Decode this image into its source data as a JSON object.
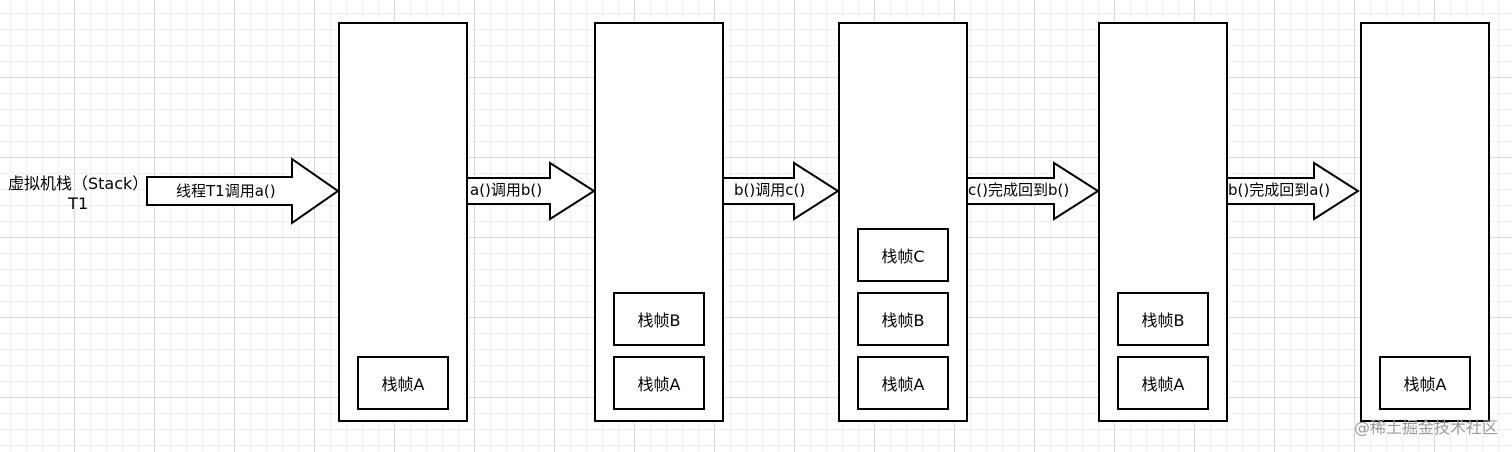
{
  "stack_title": {
    "line1": "虚拟机栈（Stack）",
    "line2": "T1"
  },
  "transitions": [
    {
      "label": "线程T1调用a()"
    },
    {
      "label": "a()调用b()"
    },
    {
      "label": "b()调用c()"
    },
    {
      "label": "c()完成回到b()"
    },
    {
      "label": "b()完成回到a()"
    }
  ],
  "stacks": [
    {
      "frames": [
        "栈帧A"
      ]
    },
    {
      "frames": [
        "栈帧B",
        "栈帧A"
      ]
    },
    {
      "frames": [
        "栈帧C",
        "栈帧B",
        "栈帧A"
      ]
    },
    {
      "frames": [
        "栈帧B",
        "栈帧A"
      ]
    },
    {
      "frames": [
        "栈帧A"
      ]
    }
  ],
  "watermark": "@稀土掘金技术社区"
}
